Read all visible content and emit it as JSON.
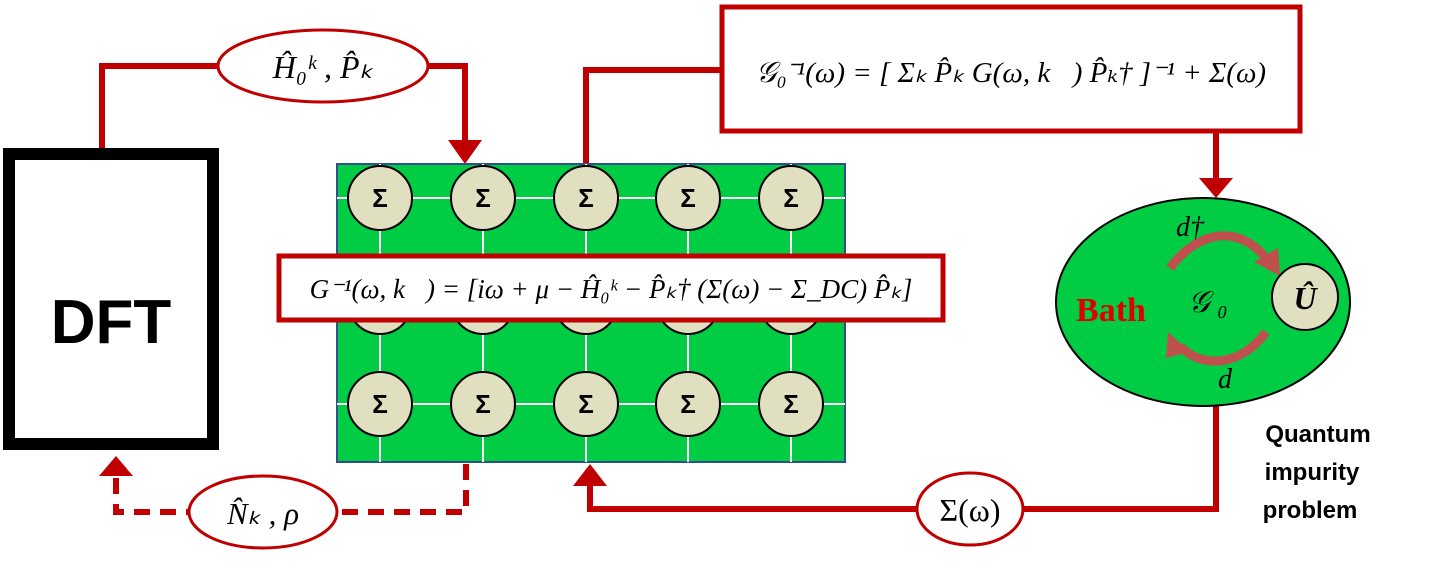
{
  "dft_box": {
    "label": "DFT"
  },
  "projector_ellipse": {
    "text": "Ĥ₀ᵏ , P̂ₖ"
  },
  "density_ellipse": {
    "text": "N̂ₖ , ρ"
  },
  "sigma_ellipse": {
    "text": "Σ(ω)"
  },
  "lattice": {
    "node_symbol": "Σ",
    "lattice_equation": "G⁻¹(ω, k⃗) = [iω + μ − Ĥ₀ᵏ − P̂ₖ† (Σ(ω) − Σ_DC) P̂ₖ]"
  },
  "hybridization_box": {
    "equation": "𝒢₀⁻¹(ω) = [ Σₖ P̂ₖ G(ω, k⃗) P̂ₖ† ]⁻¹ + Σ(ω)"
  },
  "impurity": {
    "bath_label": "Bath",
    "g0_label": "𝒢 ₀",
    "u_label": "Û",
    "d_dagger_label": "d†",
    "d_label": "d",
    "caption_lines": [
      "Quantum",
      "impurity",
      "problem"
    ]
  },
  "colors": {
    "arrow_red": "#c00000",
    "lattice_green": "#00cc44",
    "node_fill": "#e0dfbf",
    "ellipse_fill": "#00cc44",
    "bath_red": "#e00000",
    "hop_arrow": "#c0504d"
  }
}
